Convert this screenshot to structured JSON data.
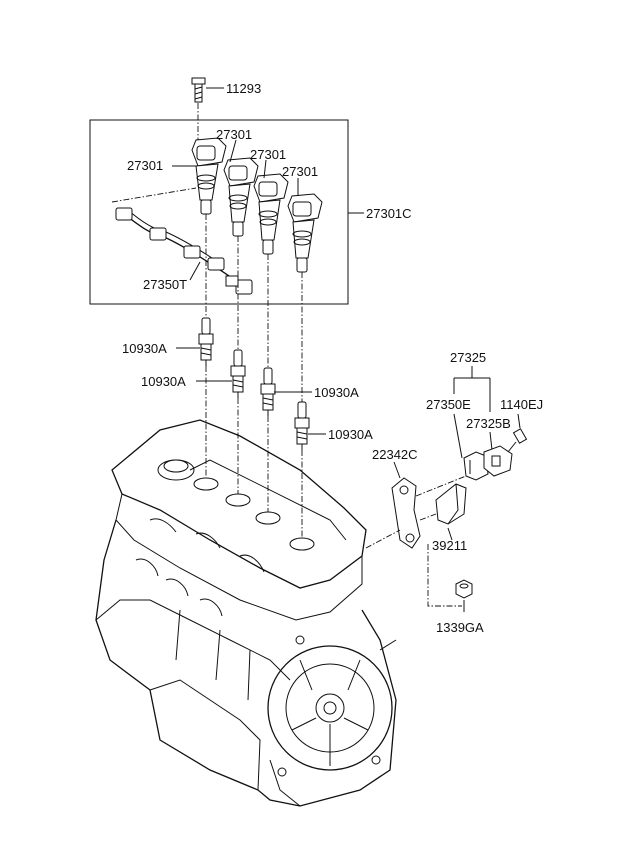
{
  "parts": {
    "bolt": "11293",
    "coil_1": "27301",
    "coil_2": "27301",
    "coil_3": "27301",
    "coil_4": "27301",
    "coil_assembly": "27301C",
    "harness": "27350T",
    "plug_1": "10930A",
    "plug_2": "10930A",
    "plug_3": "10930A",
    "plug_4": "10930A",
    "sensor_kit": "27325",
    "sensor_harness": "27350E",
    "sensor": "27325B",
    "sensor_bolt": "1140EJ",
    "bracket": "22342C",
    "cover": "39211",
    "nut": "1339GA"
  }
}
